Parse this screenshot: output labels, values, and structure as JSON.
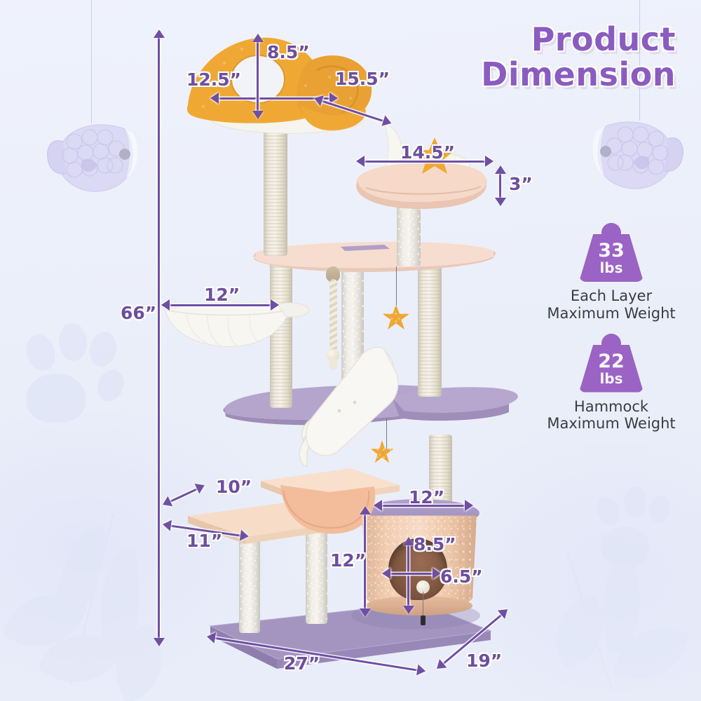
{
  "background_color": "#eef1fb",
  "accent_color": "#7b5ea7",
  "title_color": "#8b5cc0",
  "headline": {
    "line1": "Product",
    "line2": "Dimension"
  },
  "badges": [
    {
      "id": "each-layer",
      "icon": "weight-icon",
      "number": "33",
      "unit": "lbs",
      "caption_line1": "Each Layer",
      "caption_line2": "Maximum Weight"
    },
    {
      "id": "hammock",
      "icon": "weight-icon",
      "number": "22",
      "unit": "lbs",
      "caption_line1": "Hammock",
      "caption_line2": "Maximum Weight"
    }
  ],
  "dimensions": {
    "overall_height": "66”",
    "base_width": "27”",
    "base_depth": "19”",
    "top_perch_width": "12.5”",
    "top_perch_height": "8.5”",
    "top_perch_depth": "15.5”",
    "cushion_perch_width": "14.5”",
    "cushion_perch_thickness": "3”",
    "hammock_width": "12”",
    "upper_step_depth": "10”",
    "lower_step_width": "11”",
    "condo_width": "12”",
    "condo_height": "12”",
    "condo_opening_height": "8.5”",
    "condo_opening_width": "6.5”"
  },
  "product_colors": {
    "base_platform": "#b3a3cc",
    "mid_platform": "#b3a3cc",
    "pink_platform": "#f3d8cb",
    "peach_step": "#f5cdb5",
    "condo_body": "#f0c7ab",
    "top_perch": "#f0a835",
    "post_sisal": "#efe9dc",
    "hammock": "#f6f4ef",
    "star_toy": "#f0a835"
  },
  "decor": {
    "fish_left": "hanging-fish-ornament",
    "fish_right": "hanging-fish-ornament",
    "paw_print": "paw-print-watermark",
    "leaf": "leaf-watermark"
  }
}
